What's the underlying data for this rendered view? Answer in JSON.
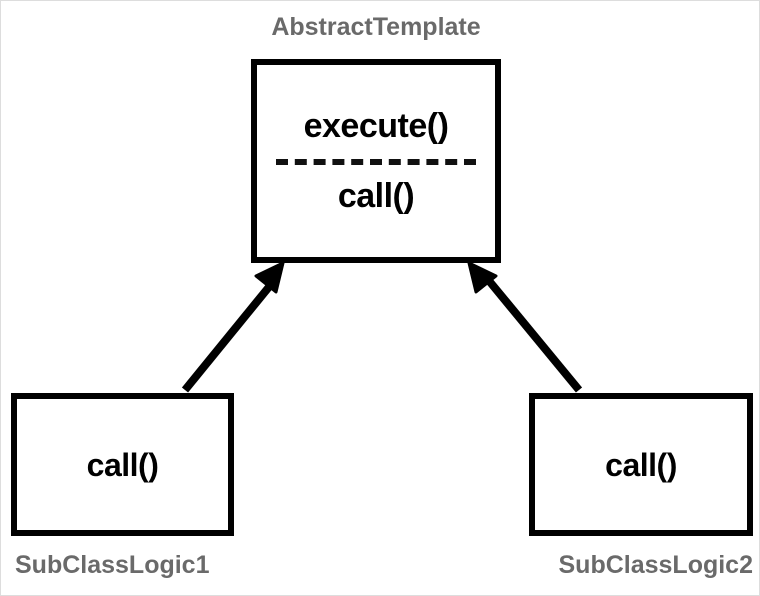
{
  "diagram": {
    "type": "uml-class-diagram",
    "pattern": "Template Method",
    "background_color": "#ffffff",
    "border_color": "#dddddd",
    "stroke_color": "#000000",
    "caption_color": "#6a6a6a",
    "nodes": [
      {
        "id": "abstract-template",
        "caption": "AbstractTemplate",
        "caption_position": "above",
        "members_top": [
          "execute()"
        ],
        "separator": "dashed",
        "members_bottom": [
          "call()"
        ]
      },
      {
        "id": "subclass-logic-1",
        "caption": "SubClassLogic1",
        "caption_position": "below-left",
        "members_top": [
          "call()"
        ],
        "separator": "none",
        "members_bottom": []
      },
      {
        "id": "subclass-logic-2",
        "caption": "SubClassLogic2",
        "caption_position": "below-right",
        "members_top": [
          "call()"
        ],
        "separator": "none",
        "members_bottom": []
      }
    ],
    "edges": [
      {
        "id": "edge-sub1-to-abstract",
        "from": "subclass-logic-1",
        "to": "abstract-template",
        "relation": "generalization",
        "arrowhead": "solid-filled-triangle",
        "line": "solid"
      },
      {
        "id": "edge-sub2-to-abstract",
        "from": "subclass-logic-2",
        "to": "abstract-template",
        "relation": "generalization",
        "arrowhead": "solid-filled-triangle",
        "line": "solid"
      }
    ]
  }
}
